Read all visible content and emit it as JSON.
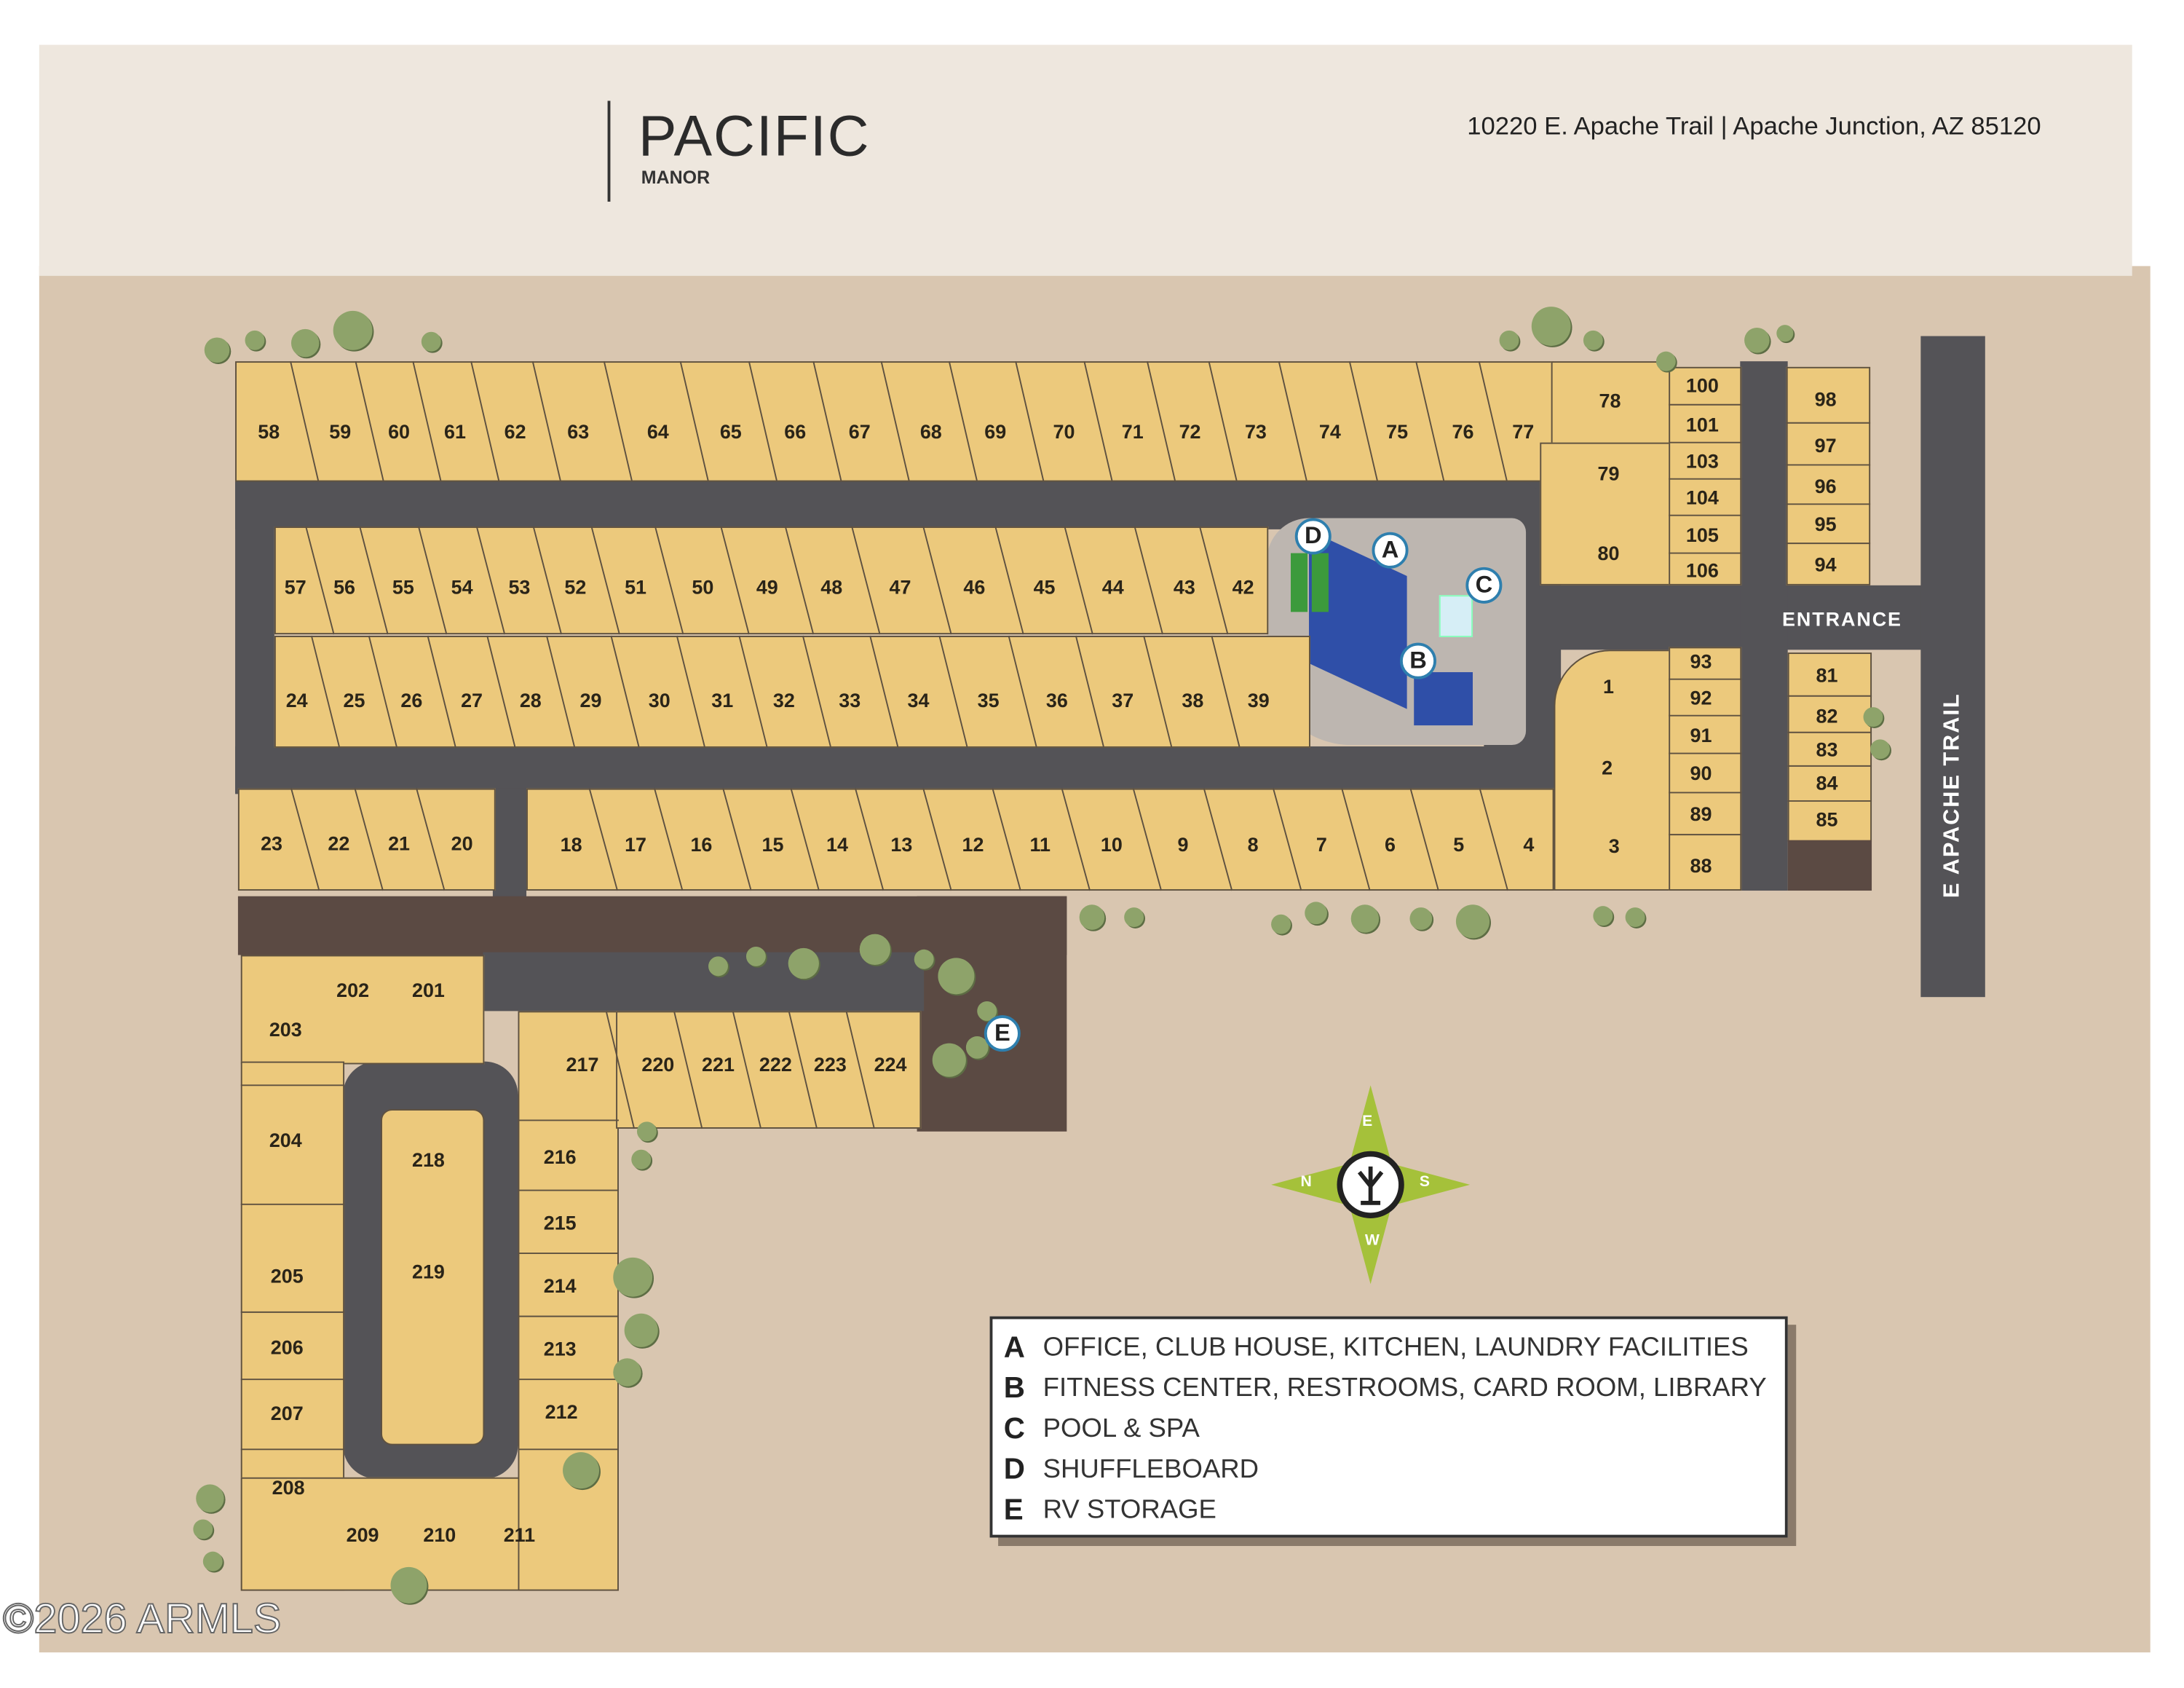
{
  "header": {
    "brand_name": "PACIFIC",
    "brand_sub": "MANOR",
    "address": "10220 E. Apache Trail | Apache Junction, AZ 85120"
  },
  "streets": {
    "entrance": "ENTRANCE",
    "main_road": "E APACHE TRAIL"
  },
  "lots": [
    "58",
    "59",
    "60",
    "61",
    "62",
    "63",
    "64",
    "65",
    "66",
    "67",
    "68",
    "69",
    "70",
    "71",
    "72",
    "73",
    "74",
    "75",
    "76",
    "77",
    "78",
    "79",
    "80",
    "100",
    "101",
    "103",
    "104",
    "105",
    "106",
    "98",
    "97",
    "96",
    "95",
    "94",
    "57",
    "56",
    "55",
    "54",
    "53",
    "52",
    "51",
    "50",
    "49",
    "48",
    "47",
    "46",
    "45",
    "44",
    "43",
    "42",
    "24",
    "25",
    "26",
    "27",
    "28",
    "29",
    "30",
    "31",
    "32",
    "33",
    "34",
    "35",
    "36",
    "37",
    "38",
    "39",
    "1",
    "2",
    "3",
    "93",
    "92",
    "91",
    "90",
    "89",
    "88",
    "81",
    "82",
    "83",
    "84",
    "85",
    "23",
    "22",
    "21",
    "20",
    "18",
    "17",
    "16",
    "15",
    "14",
    "13",
    "12",
    "11",
    "10",
    "9",
    "8",
    "7",
    "6",
    "5",
    "4",
    "202",
    "201",
    "203",
    "204",
    "205",
    "206",
    "207",
    "208",
    "209",
    "210",
    "211",
    "218",
    "219",
    "217",
    "220",
    "221",
    "222",
    "223",
    "224",
    "216",
    "215",
    "214",
    "213",
    "212"
  ],
  "markers": [
    "A",
    "B",
    "C",
    "D",
    "E"
  ],
  "compass": {
    "top": "E",
    "left": "N",
    "right": "S",
    "bottom": "W"
  },
  "legend": [
    {
      "letter": "A",
      "text": "OFFICE, CLUB HOUSE, KITCHEN, LAUNDRY FACILITIES"
    },
    {
      "letter": "B",
      "text": "FITNESS CENTER, RESTROOMS, CARD ROOM, LIBRARY"
    },
    {
      "letter": "C",
      "text": "POOL & SPA"
    },
    {
      "letter": "D",
      "text": "SHUFFLEBOARD"
    },
    {
      "letter": "E",
      "text": "RV STORAGE"
    }
  ],
  "watermark": "©2026 ARMLS",
  "colors": {
    "lot": "#ecc97c",
    "road": "#545357",
    "marker": "#2e7fae",
    "compass": "#9fbf2e"
  }
}
